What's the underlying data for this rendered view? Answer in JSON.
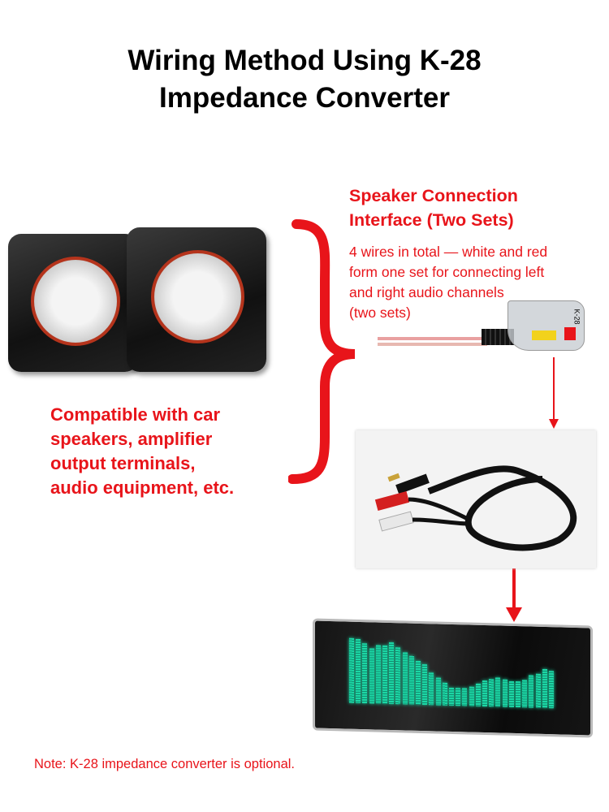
{
  "title_lines": [
    "Wiring Method Using K-28",
    "Impedance Converter"
  ],
  "compatible_text": [
    "Compatible with car",
    "speakers, amplifier",
    "output terminals,",
    "audio equipment, etc."
  ],
  "speaker_connection": {
    "heading": [
      "Speaker Connection",
      "Interface (Two Sets)"
    ],
    "body": [
      "4 wires in total — white and red",
      "form one set for connecting left",
      "and right audio channels",
      "(two sets)"
    ],
    "device_label": "K-28"
  },
  "note": "Note: K-28 impedance converter is optional.",
  "colors": {
    "accent_red": "#e8141a",
    "display_green": "#1dd6a5"
  }
}
